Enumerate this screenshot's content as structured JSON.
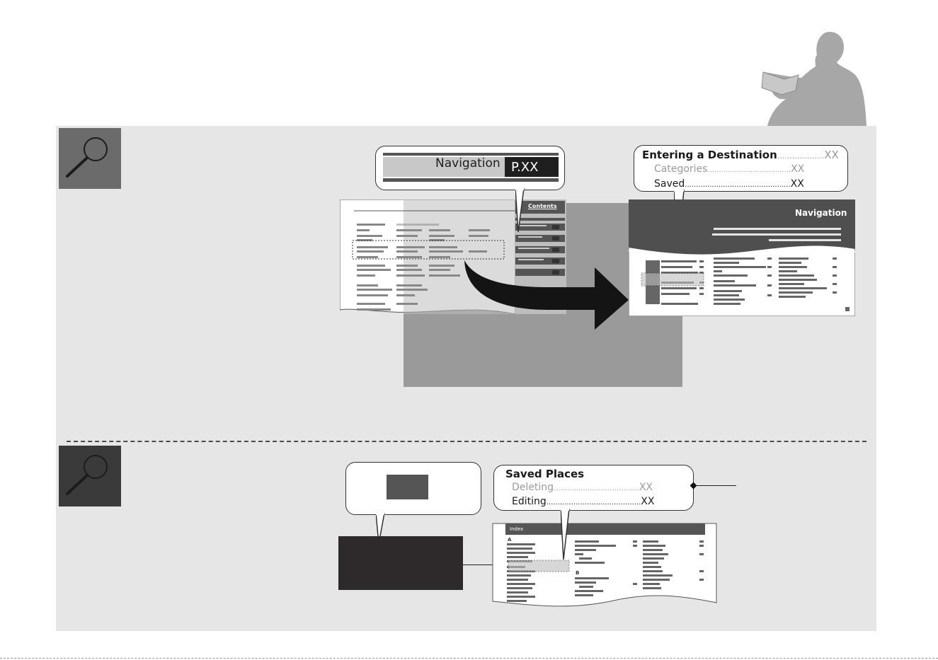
{
  "top_callout": {
    "bar_label": "Navigation",
    "page_ref": "P.XX",
    "contents_tab": "Contents"
  },
  "right_callout": {
    "heading": "Entering a Destination",
    "heading_dots": "...................",
    "heading_page": "XX",
    "item1_label": "Categories",
    "item1_dots": ".....................................",
    "item1_page": "XX",
    "item2_label": "Saved",
    "item2_dots": "...............................................",
    "item2_page": "XX"
  },
  "nav_page": {
    "title": "Navigation"
  },
  "index_callout": {
    "heading": "Saved Places",
    "item1_label": "Deleting",
    "item1_dots": "......................................",
    "item1_page": "XX",
    "item2_label": "Editing",
    "item2_dots": "..........................................",
    "item2_page": "XX"
  },
  "index_page": {
    "title": "Index",
    "letter_a": "A",
    "letter_b": "B"
  },
  "colors": {
    "panel": "#e6e6e6",
    "dark": "#2e2a2b",
    "mid": "#8c8c8c",
    "accent": "#555555"
  }
}
